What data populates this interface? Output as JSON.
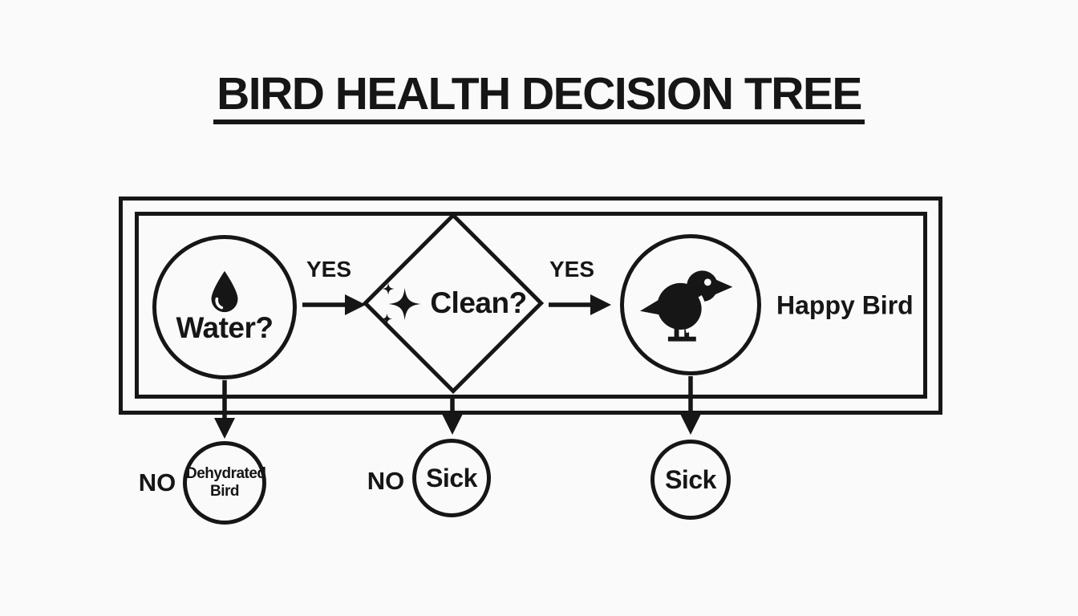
{
  "title": "BIRD HEALTH DECISION TREE",
  "colors": {
    "ink": "#161616",
    "background": "#fafafa"
  },
  "diagram": {
    "nodes": {
      "water": {
        "shape": "circle",
        "icon": "water-drop-icon",
        "label": "Water?"
      },
      "clean": {
        "shape": "diamond",
        "icon": "sparkles-icon",
        "label": "Clean?"
      },
      "happy_bird": {
        "shape": "circle",
        "icon": "bird-icon",
        "label": "Happy Bird"
      },
      "dehydrated_bird": {
        "shape": "circle",
        "label": "Dehydrated Bird"
      },
      "sick_from_clean": {
        "shape": "circle",
        "label": "Sick"
      },
      "sick_from_happy": {
        "shape": "circle",
        "label": "Sick"
      }
    },
    "edges": {
      "water_to_clean": {
        "label": "YES"
      },
      "clean_to_happy_bird": {
        "label": "YES"
      },
      "water_to_dehydrated_bird": {
        "label": "NO"
      },
      "clean_to_sick": {
        "label": "NO"
      },
      "happy_bird_to_sick": {
        "label": ""
      }
    }
  }
}
